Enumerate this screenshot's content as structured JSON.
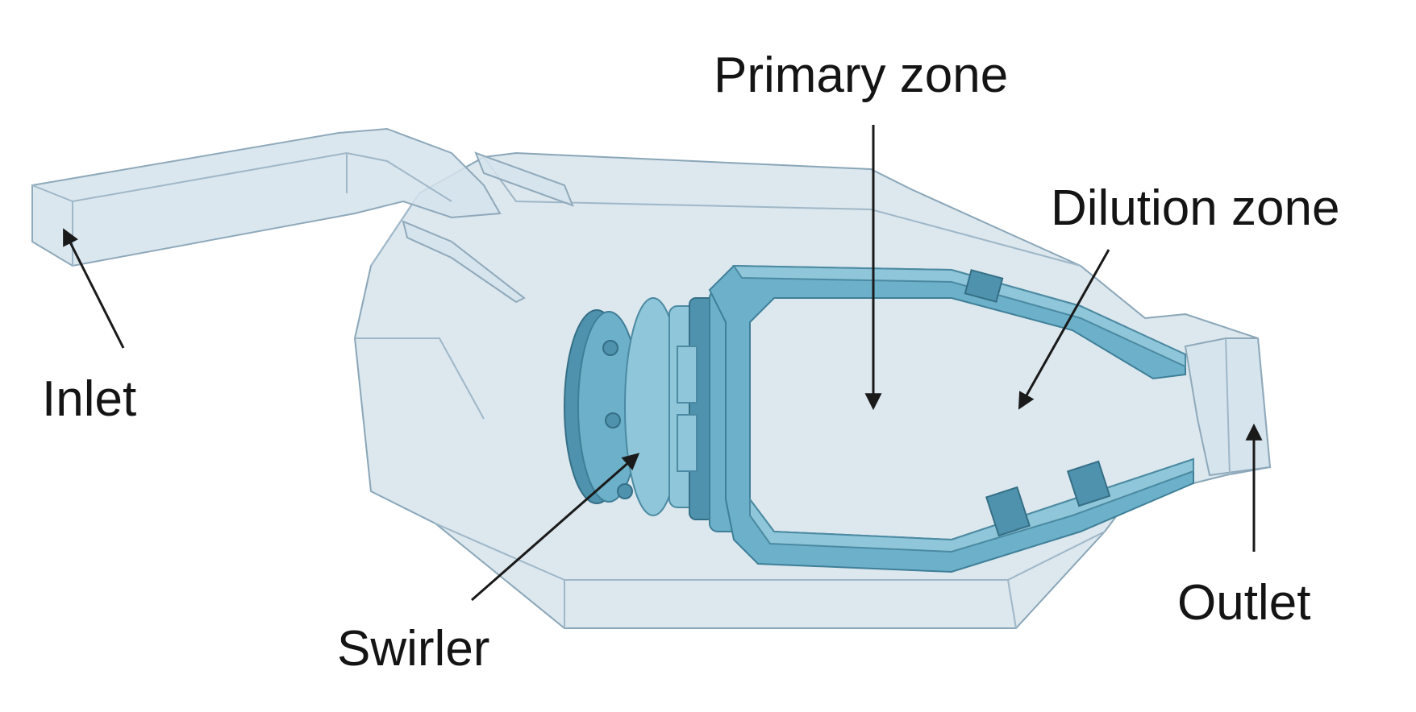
{
  "labels": {
    "primary_zone": "Primary zone",
    "dilution_zone": "Dilution zone",
    "inlet": "Inlet",
    "swirler": "Swirler",
    "outlet": "Outlet"
  },
  "colors": {
    "casing": "#cfdee8",
    "liner": "#6cb0c9",
    "text": "#141414"
  }
}
